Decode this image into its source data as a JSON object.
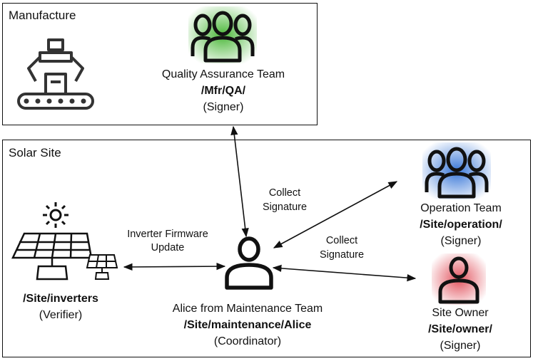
{
  "manufacture": {
    "label": "Manufacture",
    "qa": {
      "name": "Quality Assurance Team",
      "path": "/Mfr/QA/",
      "role": "(Signer)"
    }
  },
  "site": {
    "label": "Solar Site",
    "inverters": {
      "path": "/Site/inverters",
      "role": "(Verifier)"
    },
    "alice": {
      "name": "Alice from Maintenance Team",
      "path": "/Site/maintenance/Alice",
      "role": "(Coordinator)"
    },
    "operation": {
      "name": "Operation Team",
      "path": "/Site/operation/",
      "role": "(Signer)"
    },
    "owner": {
      "name": "Site Owner",
      "path": "/Site/owner/",
      "role": "(Signer)"
    }
  },
  "edges": {
    "firmware_line1": "Inverter Firmware",
    "firmware_line2": "Update",
    "collect1_line1": "Collect",
    "collect1_line2": "Signature",
    "collect2_line1": "Collect",
    "collect2_line2": "Signature"
  },
  "colors": {
    "qa": "#4cb83a",
    "operation": "#3a78d8",
    "owner": "#e25560"
  },
  "icons": [
    "robot-arm-conveyor-icon",
    "group-icon",
    "solar-panel-icon",
    "person-icon"
  ]
}
